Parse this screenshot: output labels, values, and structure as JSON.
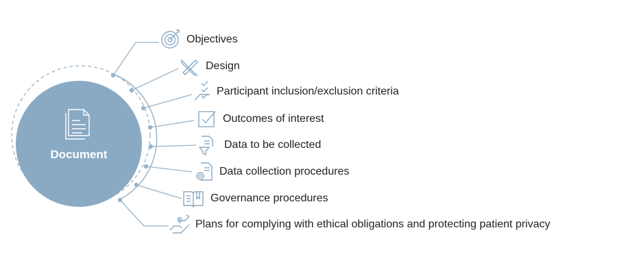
{
  "center": {
    "label": "Document",
    "icon": "document-icon"
  },
  "items": [
    {
      "label": "Objectives",
      "icon": "target-icon"
    },
    {
      "label": "Design",
      "icon": "pencil-ruler-icon"
    },
    {
      "label": "Participant inclusion/exclusion criteria",
      "icon": "checklist-hand-icon"
    },
    {
      "label": "Outcomes of interest",
      "icon": "checkbox-icon"
    },
    {
      "label": "Data to be collected",
      "icon": "document-funnel-icon"
    },
    {
      "label": "Data collection procedures",
      "icon": "document-gear-icon"
    },
    {
      "label": "Governance procedures",
      "icon": "open-book-icon"
    },
    {
      "label": "Plans for complying with ethical obligations and protecting patient privacy",
      "icon": "hands-shield-icon"
    }
  ],
  "colors": {
    "circle": "#8aaac4",
    "icon": "#8aaac4",
    "line": "#9ab4c8"
  }
}
